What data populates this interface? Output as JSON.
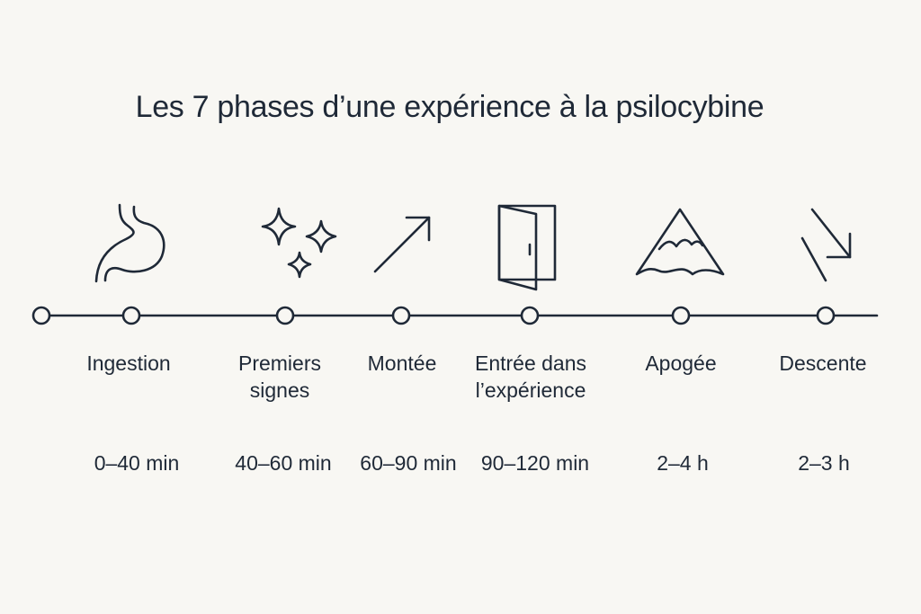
{
  "title": "Les 7 phases d’une expérience à la psilocybine",
  "phases": [
    {
      "label": "Ingestion",
      "duration": "0–40 min",
      "icon": "stomach-icon"
    },
    {
      "label": "Premiers signes",
      "duration": "40–60 min",
      "icon": "sparkles-icon"
    },
    {
      "label": "Montée",
      "duration": "60–90 min",
      "icon": "arrow-up-right-icon"
    },
    {
      "label": "Entrée dans l’expérience",
      "duration": "90–120 min",
      "icon": "door-icon"
    },
    {
      "label": "Apogée",
      "duration": "2–4 h",
      "icon": "mountain-peak-icon"
    },
    {
      "label": "Descente",
      "duration": "2–3 h",
      "icon": "arrow-down-right-icon"
    }
  ],
  "colors": {
    "background": "#f8f7f3",
    "ink": "#1f2937"
  }
}
